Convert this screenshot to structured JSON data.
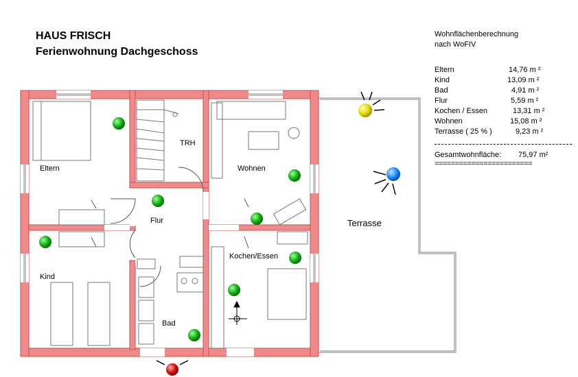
{
  "header": {
    "title": "HAUS FRISCH",
    "subtitle": "Ferienwohnung Dachgeschoss"
  },
  "area_calc": {
    "title_line1": "Wohnflächenberechnung",
    "title_line2": "nach WoFIV",
    "rows": [
      {
        "label": "Eltern",
        "value": "14,76  m ²"
      },
      {
        "label": "Kind",
        "value": "13,09  m ²"
      },
      {
        "label": "Bad",
        "value": "4,91  m ²"
      },
      {
        "label": "Flur",
        "value": "5,59  m ²"
      },
      {
        "label": "Kochen / Essen",
        "value": "13,31  m ²"
      },
      {
        "label": "Wohnen",
        "value": "15,08  m ²"
      },
      {
        "label": "Terrasse ( 25 % )",
        "value": "9,23  m ²"
      }
    ],
    "total_label": "Gesamtwohnfläche:",
    "total_value": "75,97  m²",
    "underline": "========================"
  },
  "rooms": {
    "eltern": "Eltern",
    "trh": "TRH",
    "wohnen": "Wohnen",
    "flur": "Flur",
    "kind": "Kind",
    "kochen": "Kochen/Essen",
    "bad": "Bad",
    "terrasse": "Terrasse"
  },
  "colors": {
    "wall": "#f08a8a",
    "wall_outline": "#c24f4f",
    "marker_green": "#14b414",
    "sun_yellow": "#e8e000",
    "sun_blue": "#1e90ff",
    "marker_red": "#e01010"
  }
}
